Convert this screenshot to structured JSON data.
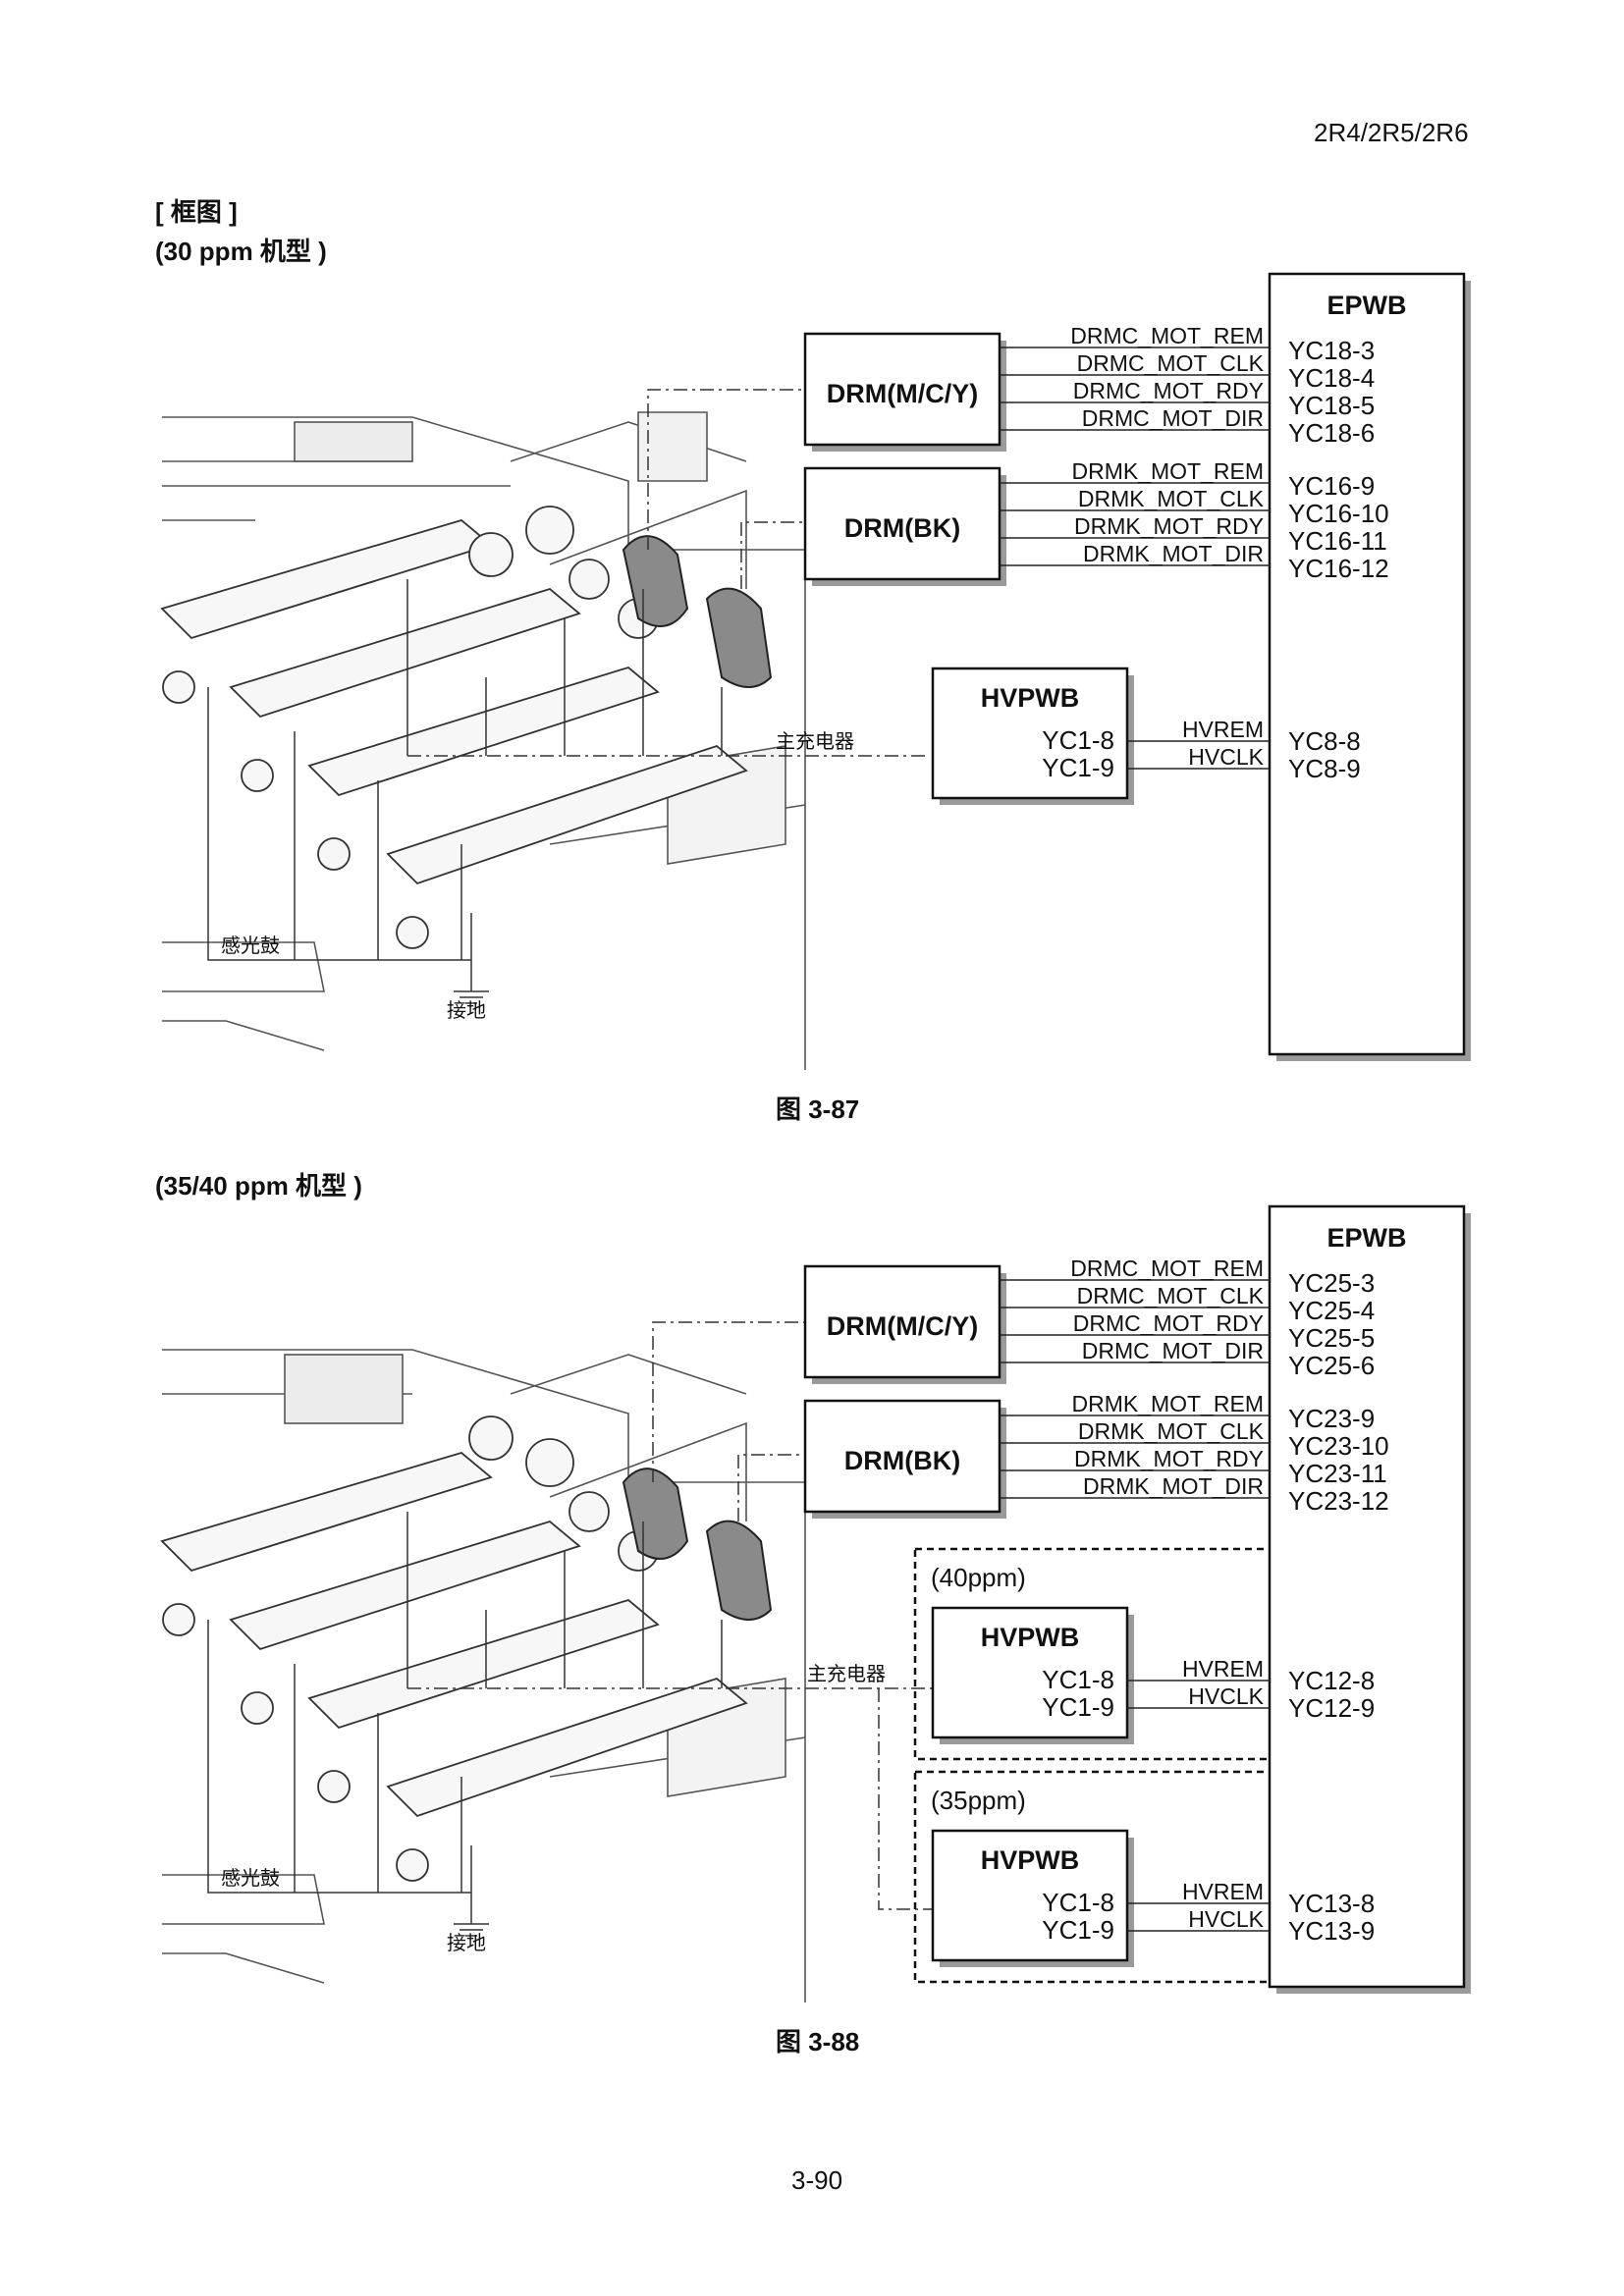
{
  "header": {
    "model_code": "2R4/2R5/2R6"
  },
  "section": {
    "title": "[ 框图 ]"
  },
  "diagram1": {
    "model": "(30 ppm 机型 )",
    "figure": "图 3-87",
    "epwb": "EPWB",
    "drm_mcy": {
      "label": "DRM(M/C/Y)",
      "signals": [
        "DRMC_MOT_REM",
        "DRMC_MOT_CLK",
        "DRMC_MOT_RDY",
        "DRMC_MOT_DIR"
      ],
      "pins": [
        "YC18-3",
        "YC18-4",
        "YC18-5",
        "YC18-6"
      ]
    },
    "drm_bk": {
      "label": "DRM(BK)",
      "signals": [
        "DRMK_MOT_REM",
        "DRMK_MOT_CLK",
        "DRMK_MOT_RDY",
        "DRMK_MOT_DIR"
      ],
      "pins": [
        "YC16-9",
        "YC16-10",
        "YC16-11",
        "YC16-12"
      ]
    },
    "hvpwb": {
      "label": "HVPWB",
      "connectors": [
        "YC1-8",
        "YC1-9"
      ],
      "signals": [
        "HVREM",
        "HVCLK"
      ],
      "pins": [
        "YC8-8",
        "YC8-9"
      ]
    },
    "labels": {
      "charger": "主充电器",
      "drum": "感光鼓",
      "ground": "接地"
    }
  },
  "diagram2": {
    "model": "(35/40 ppm 机型 )",
    "figure": "图 3-88",
    "epwb": "EPWB",
    "drm_mcy": {
      "label": "DRM(M/C/Y)",
      "signals": [
        "DRMC_MOT_REM",
        "DRMC_MOT_CLK",
        "DRMC_MOT_RDY",
        "DRMC_MOT_DIR"
      ],
      "pins": [
        "YC25-3",
        "YC25-4",
        "YC25-5",
        "YC25-6"
      ]
    },
    "drm_bk": {
      "label": "DRM(BK)",
      "signals": [
        "DRMK_MOT_REM",
        "DRMK_MOT_CLK",
        "DRMK_MOT_RDY",
        "DRMK_MOT_DIR"
      ],
      "pins": [
        "YC23-9",
        "YC23-10",
        "YC23-11",
        "YC23-12"
      ]
    },
    "hv40": {
      "group": "(40ppm)",
      "label": "HVPWB",
      "connectors": [
        "YC1-8",
        "YC1-9"
      ],
      "signals": [
        "HVREM",
        "HVCLK"
      ],
      "pins": [
        "YC12-8",
        "YC12-9"
      ]
    },
    "hv35": {
      "group": "(35ppm)",
      "label": "HVPWB",
      "connectors": [
        "YC1-8",
        "YC1-9"
      ],
      "signals": [
        "HVREM",
        "HVCLK"
      ],
      "pins": [
        "YC13-8",
        "YC13-9"
      ]
    },
    "labels": {
      "charger": "主充电器",
      "drum": "感光鼓",
      "ground": "接地"
    }
  },
  "footer": {
    "page_number": "3-90"
  }
}
